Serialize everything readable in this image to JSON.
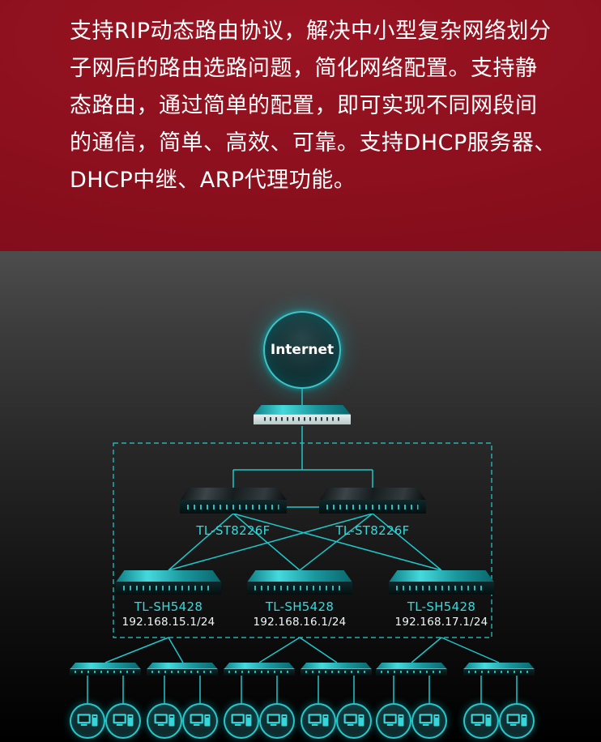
{
  "banner": {
    "lines": [
      "支持RIP动态路由协议，解决中小型复杂网络划分",
      "子网后的路由选路问题，简化网络配置。支持静",
      "态路由，通过简单的配置，即可实现不同网段间",
      "的通信，简单、高效、可靠。支持DHCP服务器、",
      "DHCP中继、ARP代理功能。"
    ]
  },
  "topology": {
    "internet_label": "Internet",
    "core_switches": [
      {
        "label": "TL-ST8226F"
      },
      {
        "label": "TL-ST8226F"
      }
    ],
    "agg_switches": [
      {
        "label": "TL-SH5428",
        "ip": "192.168.15.1/24"
      },
      {
        "label": "TL-SH5428",
        "ip": "192.168.16.1/24"
      },
      {
        "label": "TL-SH5428",
        "ip": "192.168.17.1/24"
      }
    ],
    "colors": {
      "accent": "#2bd0d4",
      "banner_bg": "#8a0f1d"
    }
  }
}
